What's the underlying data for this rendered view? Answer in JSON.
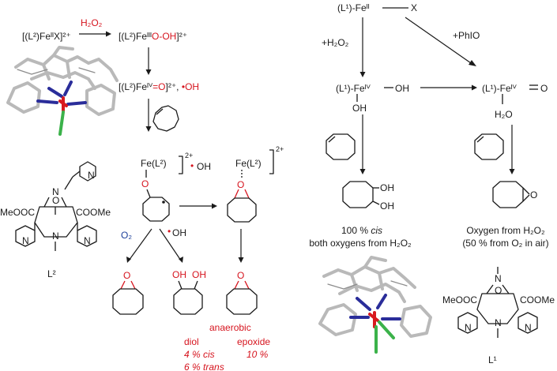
{
  "left_scheme": {
    "start": "[(L²)FeᴵᴵX]²⁺",
    "reagent": "H₂O₂",
    "hydroperoxo": {
      "black": "[(L²)Feᴵᴵᴵ",
      "red": "O-OH",
      "tail": "]²⁺"
    },
    "oxo": {
      "black": "[(L²)Feᴵⱽ",
      "red": "=O",
      "tail": "]²⁺, ",
      "radical_dot": "•",
      "radical": "OH"
    },
    "fe_l2": "Fe(L²)",
    "charge": "2+",
    "radical_oh": "OH",
    "o2": "O₂",
    "ring_o": "O",
    "diol_oh": "OH",
    "ligand_label": "L²",
    "ligand_ester": "MeOOC",
    "ligand_ester2": "COOMe",
    "ligand_n": "N",
    "ligand_o": "O"
  },
  "yields": {
    "header": "anaerobic",
    "col1": "diol",
    "col2": "epoxide",
    "cis": "4 % cis",
    "epoxide_value": "10 %",
    "trans": "6 % trans"
  },
  "right_scheme": {
    "start": "(L¹)-Feᴵᴵ",
    "x": "X",
    "h2o2": "+H₂O₂",
    "phio": "+PhIO",
    "fe_iv_oh": "(L¹)-Feᴵⱽ",
    "oh": "OH",
    "oh_below": "OH",
    "fe_iv_oxo": "(L¹)-Feᴵⱽ",
    "oxo_o": "O",
    "h2o": "H₂O",
    "diol_oh1": "OH",
    "diol_oh2": "OH",
    "epox_o": "O",
    "result1_line1": "100 % cis",
    "result1_line2": "both oxygens from H₂O₂",
    "result2_line1": "Oxygen from H₂O₂",
    "result2_line2": "(50 % from O₂ in air)",
    "ligand_label": "L¹",
    "ligand_ester": "MeOOC",
    "ligand_ester2": "COOMe",
    "ligand_n": "N",
    "ligand_o": "O"
  }
}
